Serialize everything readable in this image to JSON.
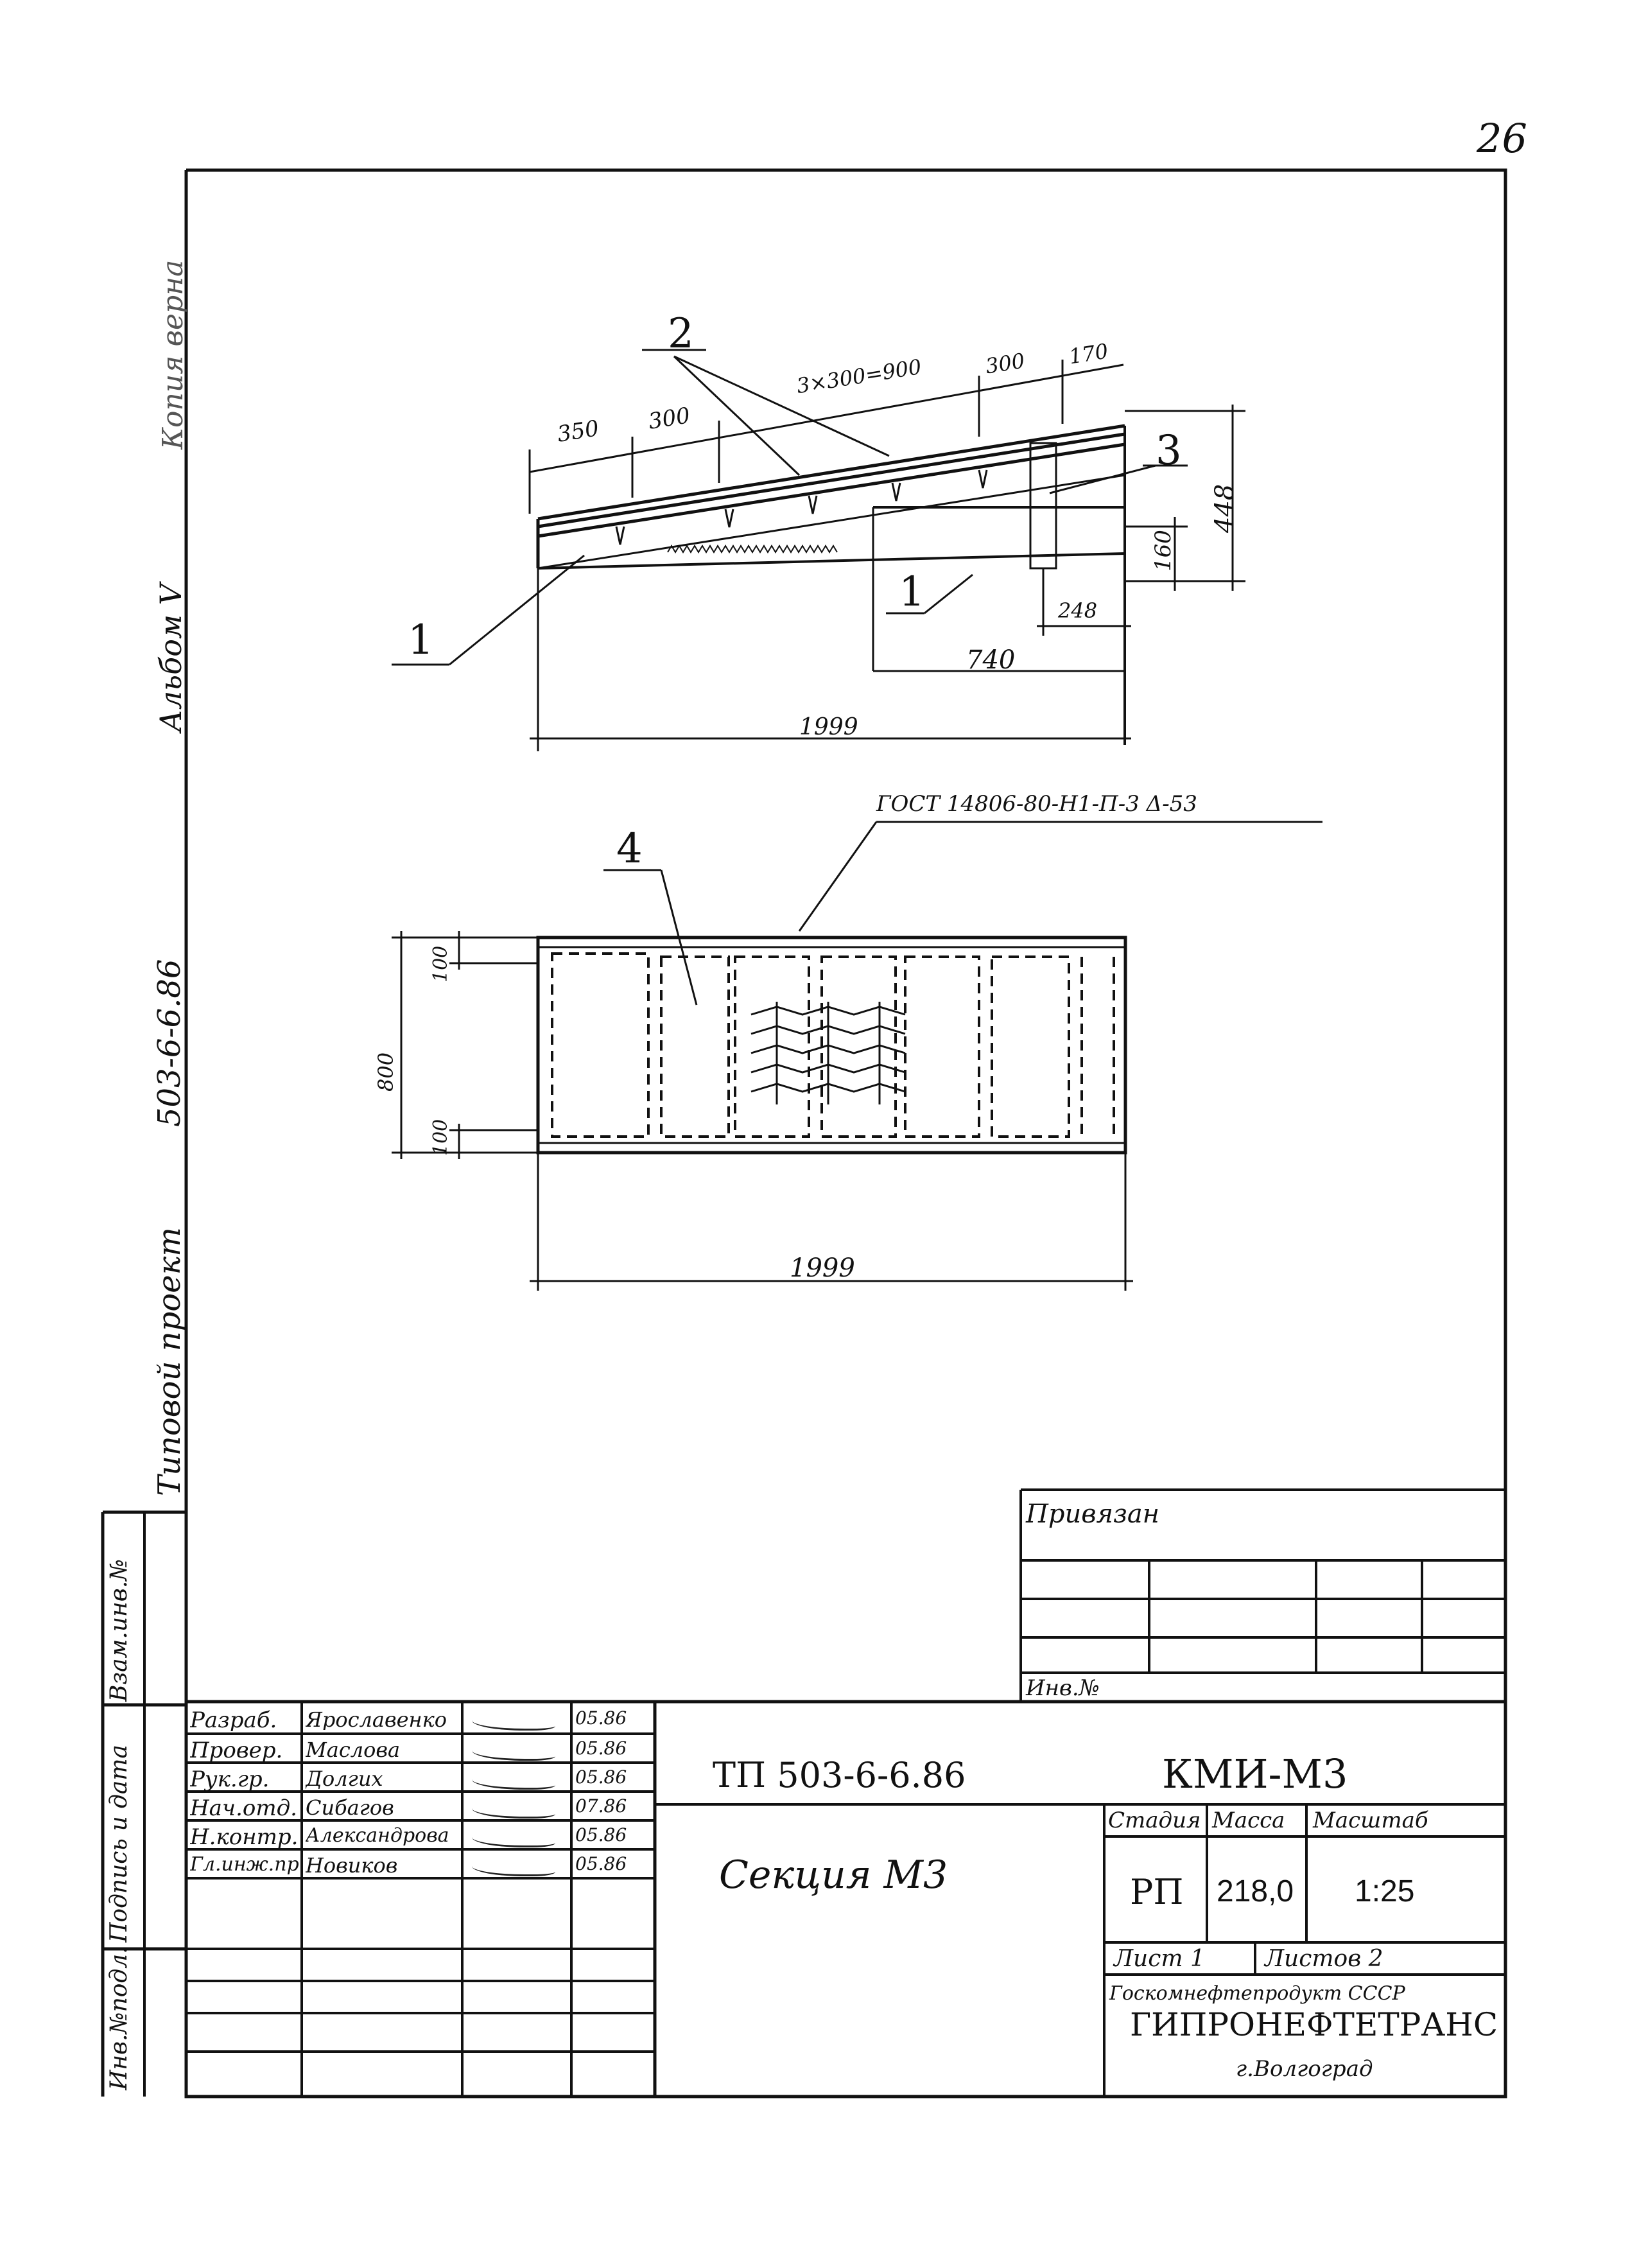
{
  "page_number": "26",
  "side_labels": {
    "copy_label": "Копия верна",
    "album_label": "Альбом V",
    "project_label": "Типовой проект",
    "project_number": "503-6-6.86"
  },
  "margin_table": [
    "Взам.инв.№",
    "Подпись и дата",
    "Инв.№подл."
  ],
  "drawing_top": {
    "callouts": [
      "1",
      "2",
      "3",
      "1"
    ],
    "dims": {
      "d350": "350",
      "d300a": "300",
      "d3x300": "3×300=900",
      "d300b": "300",
      "d170": "170",
      "d448": "448",
      "d160": "160",
      "d248": "248",
      "d740": "740",
      "d1999": "1999"
    }
  },
  "drawing_bottom": {
    "callout": "4",
    "gost": "ГОСТ 14806-80-Н1-П-3 Δ-53",
    "dims": {
      "d100a": "100",
      "d800": "800",
      "d100b": "100",
      "d1999": "1999"
    }
  },
  "binding_block": {
    "title": "Привязан",
    "inv_label": "Инв.№"
  },
  "title_block": {
    "roles": [
      {
        "role": "Разраб.",
        "name": "Ярославенко",
        "date": "05.86"
      },
      {
        "role": "Провер.",
        "name": "Маслова",
        "date": "05.86"
      },
      {
        "role": "Рук.гр.",
        "name": "Долгих",
        "date": "05.86"
      },
      {
        "role": "Нач.отд.",
        "name": "Сибагов",
        "date": "07.86"
      },
      {
        "role": "Н.контр.",
        "name": "Александрова",
        "date": "05.86"
      },
      {
        "role": "Гл.инж.пр.",
        "name": "Новиков",
        "date": "05.86"
      }
    ],
    "doc_number": "ТП 503-6-6.86",
    "mark": "КМИ-М3",
    "sheet_title": "Секция М3",
    "stage_label": "Стадия",
    "mass_label": "Масса",
    "scale_label": "Масштаб",
    "stage": "РП",
    "mass": "218,0",
    "scale": "1:25",
    "sheet_label": "Лист 1",
    "sheets_label": "Листов 2",
    "org_parent": "Госкомнефтепродукт СССР",
    "org_name": "ГИПРОНЕФТЕТРАНС",
    "org_city": "г.Волгоград"
  }
}
